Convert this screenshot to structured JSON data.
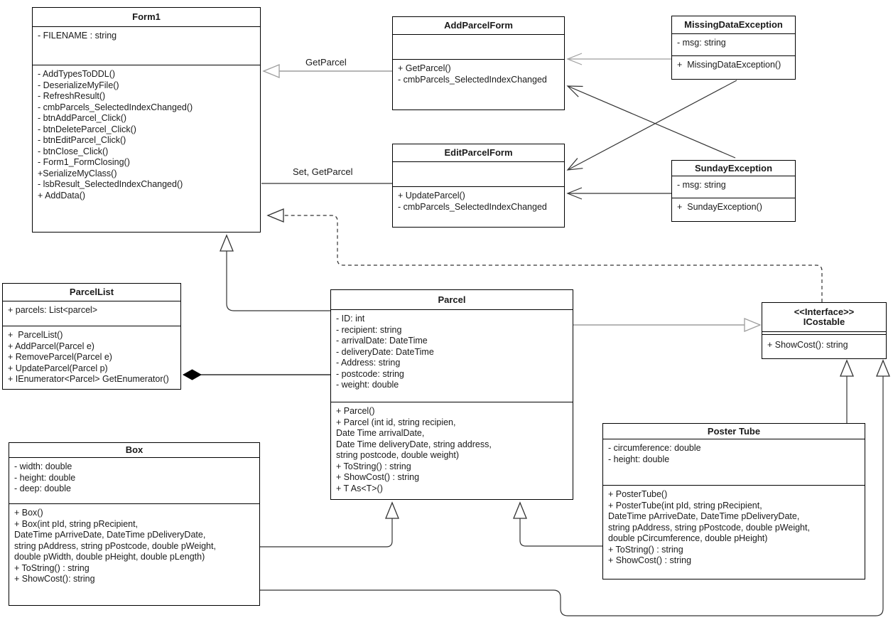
{
  "classes": {
    "form1": {
      "title": "Form1",
      "attributes": [
        "- FILENAME : string"
      ],
      "methods": [
        "- AddTypesToDDL()",
        "- DeserializeMyFile()",
        "- RefreshResult()",
        "- cmbParcels_SelectedIndexChanged()",
        "- btnAddParcel_Click()",
        "- btnDeleteParcel_Click()",
        "- btnEditParcel_Click()",
        "- btnClose_Click()",
        "- Form1_FormClosing()",
        "+SerializeMyClass()",
        "- lsbResult_SelectedIndexChanged()",
        "+ AddData()"
      ]
    },
    "addParcelForm": {
      "title": "AddParcelForm",
      "attributes": [],
      "methods": [
        "+ GetParcel()",
        "- cmbParcels_SelectedIndexChanged"
      ]
    },
    "missingDataException": {
      "title": "MissingDataException",
      "attributes": [
        "- msg: string"
      ],
      "methods": [
        "+  MissingDataException()"
      ]
    },
    "editParcelForm": {
      "title": "EditParcelForm",
      "attributes": [],
      "methods": [
        "+ UpdateParcel()",
        "- cmbParcels_SelectedIndexChanged"
      ]
    },
    "sundayException": {
      "title": "SundayException",
      "attributes": [
        "- msg: string"
      ],
      "methods": [
        "+  SundayException()"
      ]
    },
    "parcelList": {
      "title": "ParcelList",
      "attributes": [
        "+ parcels: List<parcel>"
      ],
      "methods": [
        "+  ParcelList()",
        "+ AddParcel(Parcel e)",
        "+ RemoveParcel(Parcel e)",
        "+ UpdateParcel(Parcel p)",
        "+ IEnumerator<Parcel> GetEnumerator()"
      ]
    },
    "parcel": {
      "title": "Parcel",
      "attributes": [
        "- ID: int",
        "- recipient: string",
        "- arrivalDate: DateTime",
        "- deliveryDate: DateTime",
        "- Address: string",
        "- postcode: string",
        "- weight: double"
      ],
      "methods": [
        "+ Parcel()",
        "+ Parcel (int id, string recipien,",
        "Date Time arrivalDate,",
        "Date Time deliveryDate, string address,",
        "string postcode, double weight)",
        "+ ToString() : string",
        "+ ShowCost() : string",
        "+ T As<T>()"
      ]
    },
    "icostable": {
      "stereotype": "<<Interface>>",
      "title": "ICostable",
      "attributes": [],
      "methods": [
        "+ ShowCost(): string"
      ]
    },
    "box": {
      "title": "Box",
      "attributes": [
        "- width: double",
        "- height: double",
        "- deep: double"
      ],
      "methods": [
        "+ Box()",
        "+ Box(int pId, string pRecipient,",
        "DateTime pArriveDate, DateTime pDeliveryDate,",
        "string pAddress, string pPostcode, double pWeight,",
        "double pWidth, double pHeight, double pLength)",
        "+ ToString() : string",
        "+ ShowCost(): string"
      ]
    },
    "posterTube": {
      "title": "Poster Tube",
      "attributes": [
        "- circumference: double",
        "- height: double"
      ],
      "methods": [
        "+ PosterTube()",
        "+ PosterTube(int pId, string pRecipient,",
        "DateTime pArriveDate, DateTime pDeliveryDate,",
        "string pAddress, string pPostcode, double pWeight,",
        "double pCircumference, double pHeight)",
        "+ ToString() : string",
        "+ ShowCost() : string"
      ]
    }
  },
  "edge_labels": {
    "get_parcel": "GetParcel",
    "set_get_parcel": "Set, GetParcel"
  },
  "colors": {
    "box_border": "#000000",
    "edge_dark": "#333333",
    "edge_gray": "#9e9e9e",
    "background": "#ffffff"
  }
}
